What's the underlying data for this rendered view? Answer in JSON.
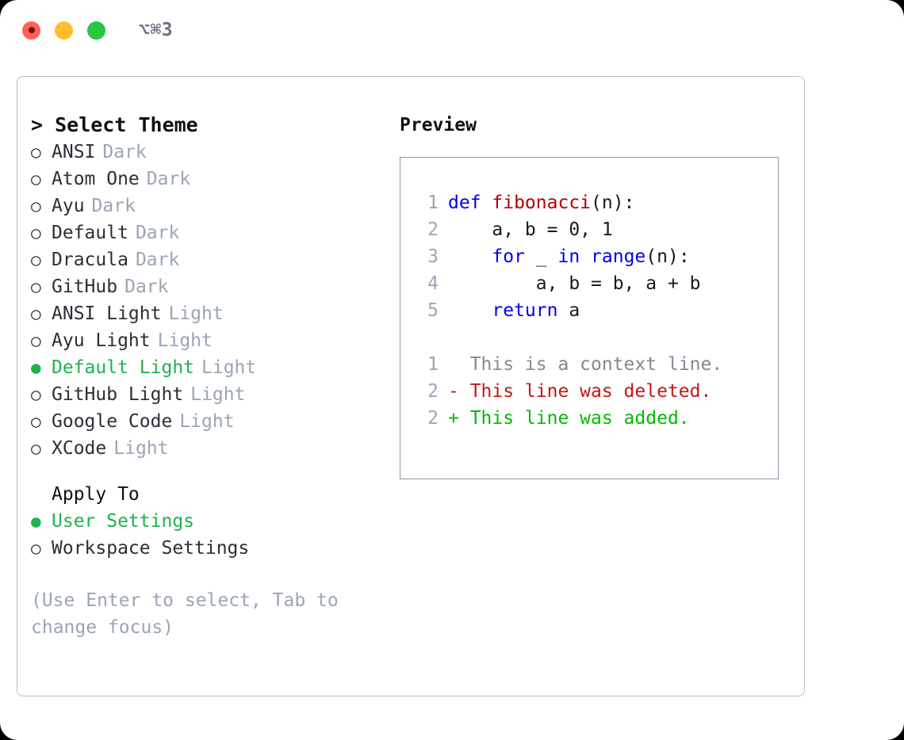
{
  "titlebar": {
    "shortcut": "⌥⌘3",
    "lights": [
      {
        "name": "close",
        "color": "#ff5f57"
      },
      {
        "name": "minimize",
        "color": "#ffbd2e"
      },
      {
        "name": "maximize",
        "color": "#28c840"
      }
    ]
  },
  "theme_picker": {
    "heading": "> Select Theme",
    "bullet_selected": "●",
    "bullet_unselected": "○",
    "items": [
      {
        "label": "ANSI",
        "tag": "Dark",
        "selected": false
      },
      {
        "label": "Atom One",
        "tag": "Dark",
        "selected": false
      },
      {
        "label": "Ayu",
        "tag": "Dark",
        "selected": false
      },
      {
        "label": "Default",
        "tag": "Dark",
        "selected": false
      },
      {
        "label": "Dracula",
        "tag": "Dark",
        "selected": false
      },
      {
        "label": "GitHub",
        "tag": "Dark",
        "selected": false
      },
      {
        "label": "ANSI Light",
        "tag": "Light",
        "selected": false
      },
      {
        "label": "Ayu Light",
        "tag": "Light",
        "selected": false
      },
      {
        "label": "Default Light",
        "tag": "Light",
        "selected": true
      },
      {
        "label": "GitHub Light",
        "tag": "Light",
        "selected": false
      },
      {
        "label": "Google Code",
        "tag": "Light",
        "selected": false
      },
      {
        "label": "XCode",
        "tag": "Light",
        "selected": false
      }
    ]
  },
  "apply_to": {
    "heading": "Apply To",
    "items": [
      {
        "label": "User Settings",
        "selected": true
      },
      {
        "label": "Workspace Settings",
        "selected": false
      }
    ]
  },
  "hint": "(Use Enter to select, Tab to change focus)",
  "preview": {
    "heading": "Preview",
    "code_lines": [
      {
        "lineno": "1",
        "tokens": [
          {
            "text": "def ",
            "kind": "kw"
          },
          {
            "text": "fibonacci",
            "kind": "fn"
          },
          {
            "text": "(n):",
            "kind": "plain"
          }
        ]
      },
      {
        "lineno": "2",
        "tokens": [
          {
            "text": "    a, b = 0, 1",
            "kind": "plain"
          }
        ]
      },
      {
        "lineno": "3",
        "tokens": [
          {
            "text": "    ",
            "kind": "plain"
          },
          {
            "text": "for",
            "kind": "kw"
          },
          {
            "text": " _ ",
            "kind": "plain"
          },
          {
            "text": "in",
            "kind": "kw"
          },
          {
            "text": " ",
            "kind": "plain"
          },
          {
            "text": "range",
            "kind": "call"
          },
          {
            "text": "(n):",
            "kind": "plain"
          }
        ]
      },
      {
        "lineno": "4",
        "tokens": [
          {
            "text": "        a, b = b, a + b",
            "kind": "plain"
          }
        ]
      },
      {
        "lineno": "5",
        "tokens": [
          {
            "text": "    ",
            "kind": "plain"
          },
          {
            "text": "return",
            "kind": "kw"
          },
          {
            "text": " a",
            "kind": "plain"
          }
        ]
      }
    ],
    "diff_lines": [
      {
        "lineno": "1",
        "marker": "  ",
        "text": "This is a context line.",
        "kind": "context"
      },
      {
        "lineno": "2",
        "marker": "- ",
        "text": "This line was deleted.",
        "kind": "del"
      },
      {
        "lineno": "2",
        "marker": "+ ",
        "text": "This line was added.",
        "kind": "add"
      }
    ]
  },
  "colors": {
    "accent_green": "#20b24a",
    "diff_add_green": "#00bb00",
    "diff_del_red": "#c01818",
    "keyword_blue": "#0000ee",
    "function_red": "#b00000",
    "muted_gray": "#9aa5b4",
    "panel_border": "#b4bdc9",
    "preview_border": "#8b97a8"
  }
}
